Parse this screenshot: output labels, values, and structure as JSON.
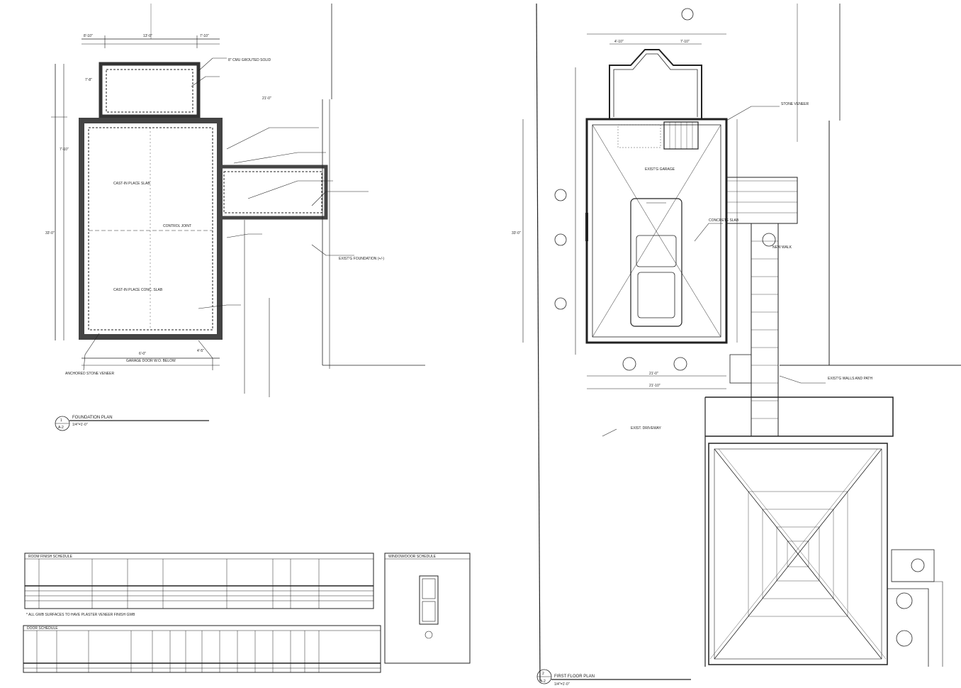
{
  "sheet": {
    "foundation_plan": {
      "view_number": "1",
      "sheet_ref": "A-2",
      "title": "FOUNDATION PLAN",
      "scale": "1/4\"=1'-0\"",
      "dimensions": [
        "8'-10\"",
        "13'-0\"",
        "7'-10\"",
        "7'-8\"",
        "6'-0\"",
        "33'-0\"",
        "7'-10\"",
        "21'-0\"",
        "4'-5\""
      ],
      "notes": [
        "8\" CMU GROUTED SOLID",
        "CAST-IN PLACE SLAB",
        "CONTROL JOINT",
        "ANCHORED STONE VENEER",
        "GARAGE DOOR W.O. BELOW",
        "EXIST'G FOUNDATION (+/-)",
        "CAST-IN PLACE CONC. SLAB"
      ]
    },
    "first_floor_plan": {
      "view_number": "2",
      "sheet_ref": "A-2",
      "title": "FIRST FLOOR PLAN",
      "scale": "1/4\"=1'-0\"",
      "dimensions": [
        "4'-10\"",
        "7'-10\"",
        "21'-0\"",
        "21'-10\"",
        "33'-0\""
      ],
      "notes": [
        "EXIST'G GARAGE",
        "CONCRETE SLAB",
        "NEW WALK",
        "EXIST'G WALLS AND PATH",
        "EXIST. DRIVEWAY",
        "STONE VENEER"
      ]
    },
    "schedules": {
      "room_finish_title": "ROOM FINISH SCHEDULE",
      "door_title": "DOOR SCHEDULE",
      "window_title": "WINDOW/DOOR SCHEDULE",
      "footnote": "* ALL GWB SURFACES TO HAVE PLASTER VENEER FINISH GWB"
    }
  }
}
